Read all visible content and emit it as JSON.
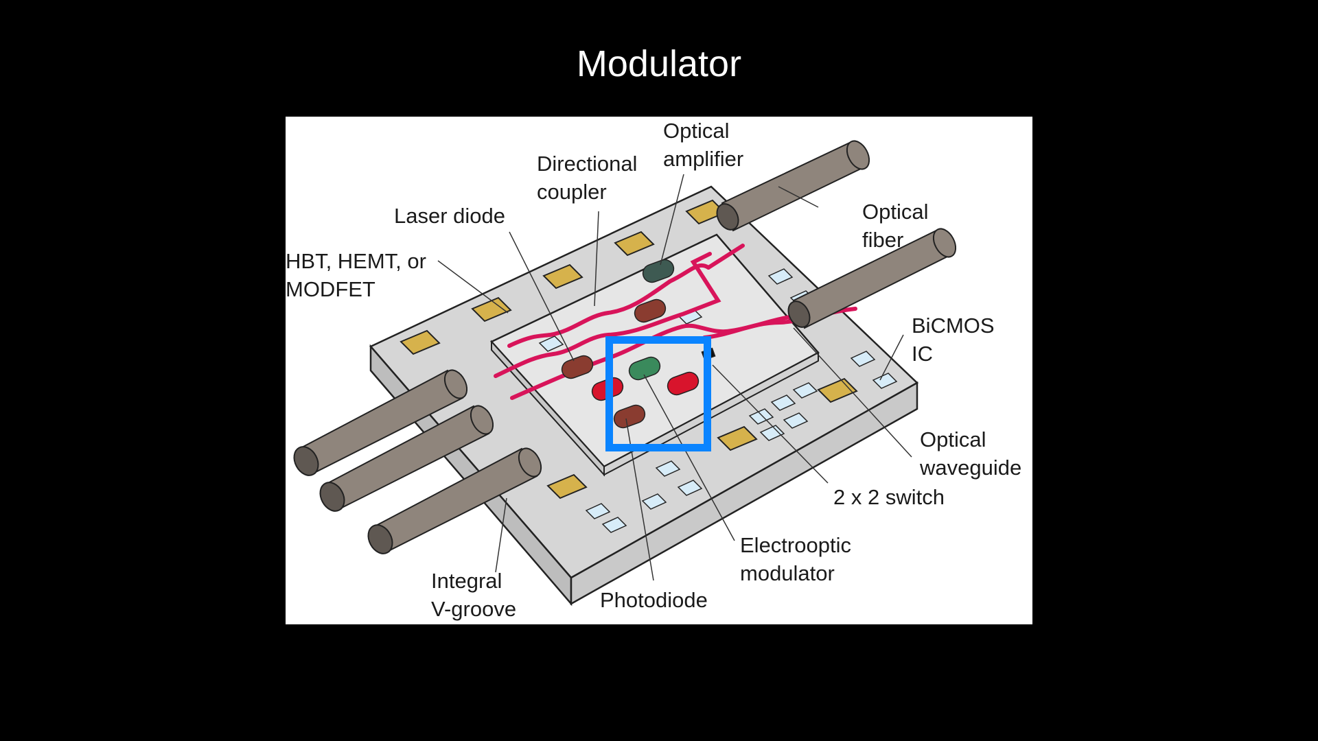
{
  "slide": {
    "title": "Modulator"
  },
  "diagram": {
    "labels": {
      "optical_amplifier": [
        "Optical",
        "amplifier"
      ],
      "directional_coupler": [
        "Directional",
        "coupler"
      ],
      "laser_diode": [
        "Laser diode"
      ],
      "hbt": [
        "HBT, HEMT, or",
        "MODFET"
      ],
      "optical_fiber": [
        "Optical",
        "fiber"
      ],
      "bicmos": [
        "BiCMOS",
        "IC"
      ],
      "optical_waveguide": [
        "Optical",
        "waveguide"
      ],
      "switch": [
        "2 x 2 switch"
      ],
      "electrooptic_modulator": [
        "Electrooptic",
        "modulator"
      ],
      "photodiode": [
        "Photodiode"
      ],
      "integral_vgroove": [
        "Integral",
        "V-groove"
      ]
    },
    "highlight": {
      "target": "Electrooptic modulator",
      "color": "#0a84ff"
    },
    "colors": {
      "substrate_top": "#d6d6d6",
      "substrate_side": "#c2c2c2",
      "chip_top": "#e6e6e6",
      "fiber": "#8f857c",
      "waveguide": "#d8145a",
      "pad_gold": "#d6b24c",
      "pad_blue": "#d7ecf8"
    }
  }
}
